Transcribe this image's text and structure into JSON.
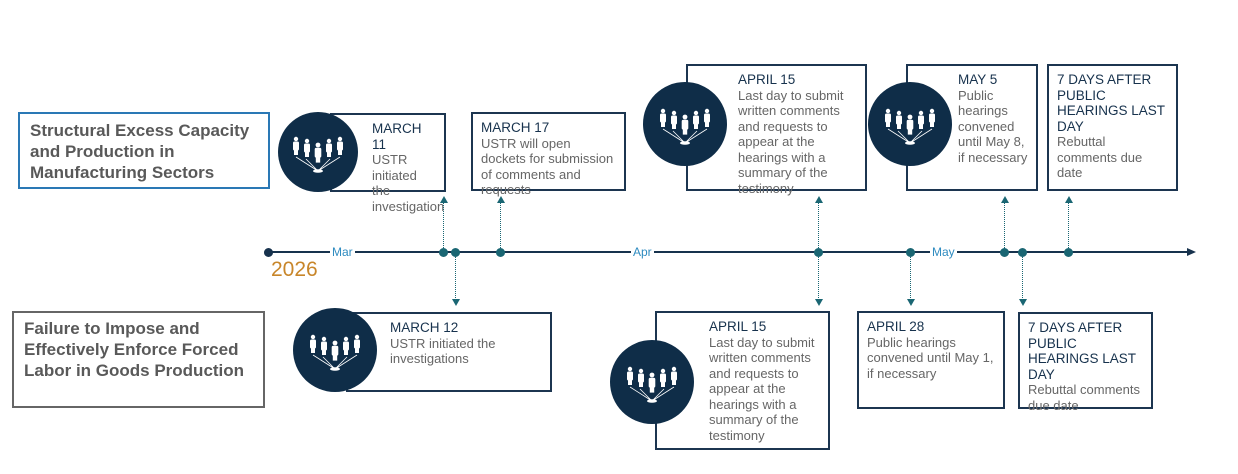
{
  "categories": {
    "top": "Structural Excess Capacity and Production in Manufacturing Sectors",
    "bottom": "Failure to Impose and Effectively Enforce Forced Labor in Goods Production"
  },
  "axis": {
    "year": "2026",
    "months": [
      "Mar",
      "Apr",
      "May"
    ]
  },
  "top_events": [
    {
      "title": "MARCH 11",
      "body": "USTR initiated the investigation"
    },
    {
      "title": "MARCH 17",
      "body": "USTR will open dockets for submission of comments and requests"
    },
    {
      "title": "APRIL 15",
      "body": "Last day to submit written comments and requests to appear at the hearings with a summary of the testimony"
    },
    {
      "title": "MAY 5",
      "body": "Public hearings convened until May 8, if necessary"
    },
    {
      "title": "7 DAYS AFTER PUBLIC HEARINGS LAST DAY",
      "body": "Rebuttal comments due date"
    }
  ],
  "bottom_events": [
    {
      "title": "MARCH 12",
      "body": "USTR initiated the investigations"
    },
    {
      "title": "APRIL 15",
      "body": "Last day to submit written comments and requests to appear at the hearings with a summary of the testimony"
    },
    {
      "title": "APRIL 28",
      "body": "Public hearings convened until May 1, if necessary"
    },
    {
      "title": "7 DAYS AFTER PUBLIC HEARINGS LAST DAY",
      "body": "Rebuttal comments due date"
    }
  ],
  "colors": {
    "navy": "#0f2d48",
    "teal": "#1a6673",
    "month": "#2e8bc0",
    "year": "#c8862a",
    "topBorder": "#2a78b5",
    "bottomBorder": "#666666"
  }
}
